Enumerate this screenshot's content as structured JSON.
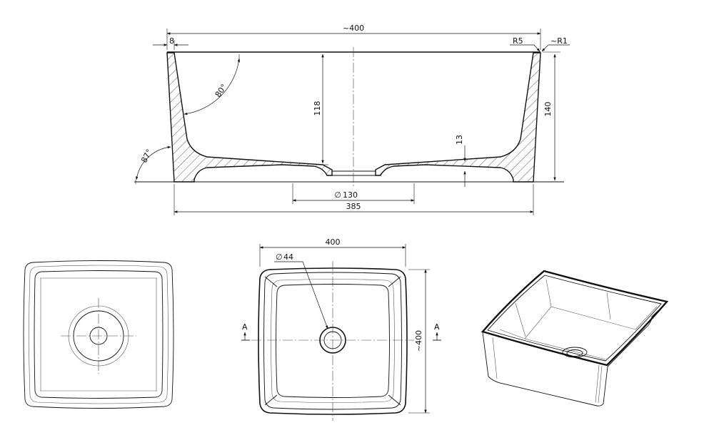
{
  "section_view": {
    "overall_width": "~400",
    "wall_thickness": "8",
    "top_radius": "R5",
    "edge_radius": "~R1",
    "inner_angle": "80°",
    "outer_angle": "87°",
    "inner_depth": "118",
    "overall_height": "140",
    "bottom_thickness": "13",
    "base_diameter": "130",
    "base_width": "385"
  },
  "front_view": {
    "width": "400",
    "depth": "~400",
    "drain_diameter": "44",
    "section_marker_left": "A",
    "section_marker_right": "A"
  },
  "diameter_symbol": "∅"
}
